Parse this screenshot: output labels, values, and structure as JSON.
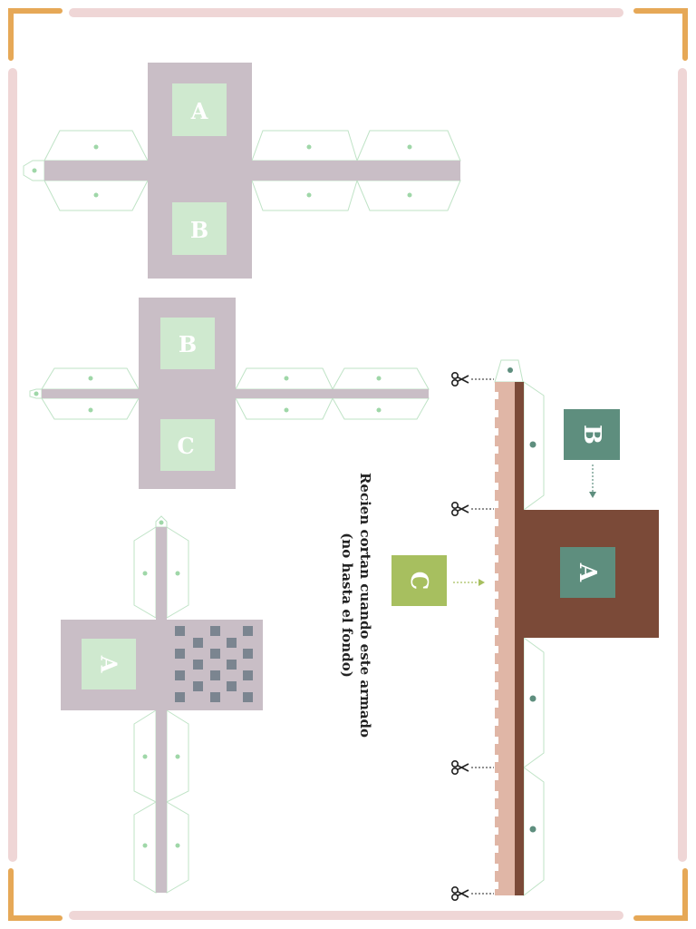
{
  "labels": {
    "a": "A",
    "b": "B",
    "c": "C"
  },
  "instruction": {
    "line1": "Recien cortan cuando este armado",
    "line2": "(no hasta el fondo)"
  },
  "colors": {
    "page_background": "#ffffff",
    "frame_pink": "#efd6d6",
    "frame_corner_orange": "#e6a857",
    "piece_mauve": "#c9bec6",
    "label_light_green": "#cfe9cf",
    "tab_outline_green": "#bfe3c6",
    "tab_dot_green": "#9fd7a8",
    "window_gray": "#7b8590",
    "roof_brown": "#7b4a38",
    "strip_peach": "#e0b6a6",
    "teal": "#5e8e7e",
    "olive": "#a7bf5f"
  },
  "icons": {
    "cut_mark": "scissors-icon",
    "placement_arrow": "arrow-icon"
  }
}
